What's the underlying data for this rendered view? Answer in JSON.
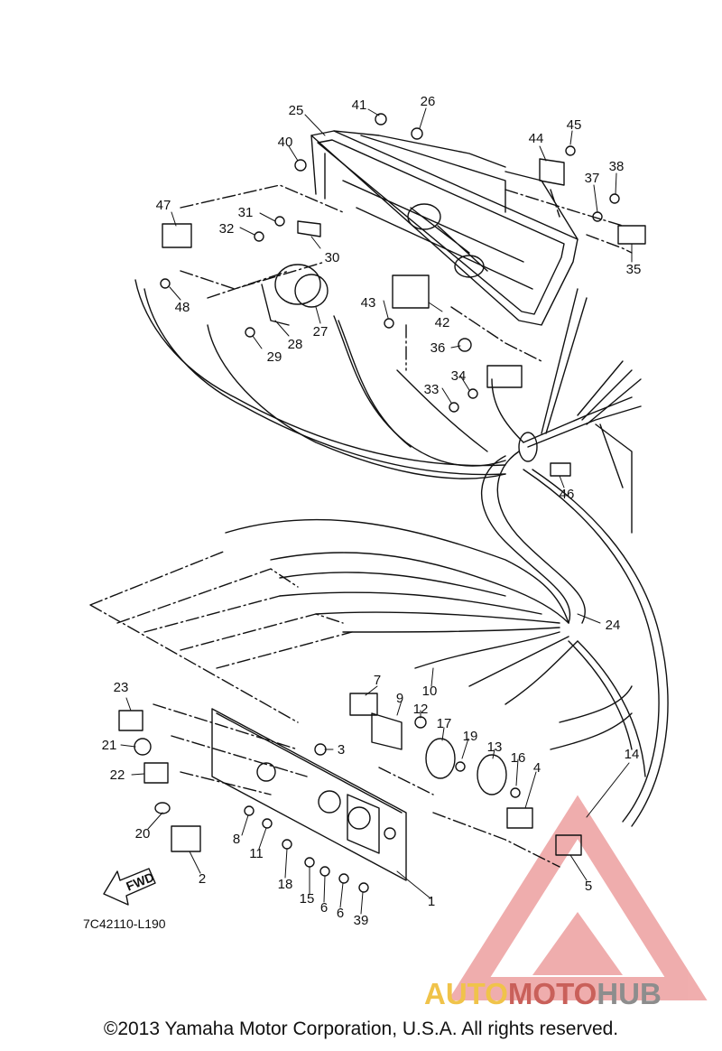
{
  "diagram": {
    "part_numbers": [
      "1",
      "2",
      "3",
      "4",
      "5",
      "6",
      "6",
      "7",
      "8",
      "9",
      "10",
      "11",
      "12",
      "13",
      "14",
      "15",
      "16",
      "17",
      "18",
      "19",
      "20",
      "21",
      "22",
      "23",
      "24",
      "25",
      "26",
      "27",
      "28",
      "29",
      "30",
      "31",
      "32",
      "33",
      "34",
      "35",
      "36",
      "37",
      "38",
      "39",
      "40",
      "41",
      "42",
      "43",
      "44",
      "45",
      "46",
      "47",
      "48"
    ],
    "drawing_code": "7C42110-L190",
    "fwd_label": "FWD"
  },
  "watermark": {
    "part1": "AUTO",
    "part2": "MOTO",
    "part3": "HUB",
    "colors": {
      "triangle": "#e36b6b",
      "auto": "#f0c34a",
      "moto": "#c9605a",
      "hub": "#8d8d8d"
    }
  },
  "footer": {
    "copyright": "©2013 Yamaha Motor Corporation, U.S.A. All rights reserved."
  }
}
